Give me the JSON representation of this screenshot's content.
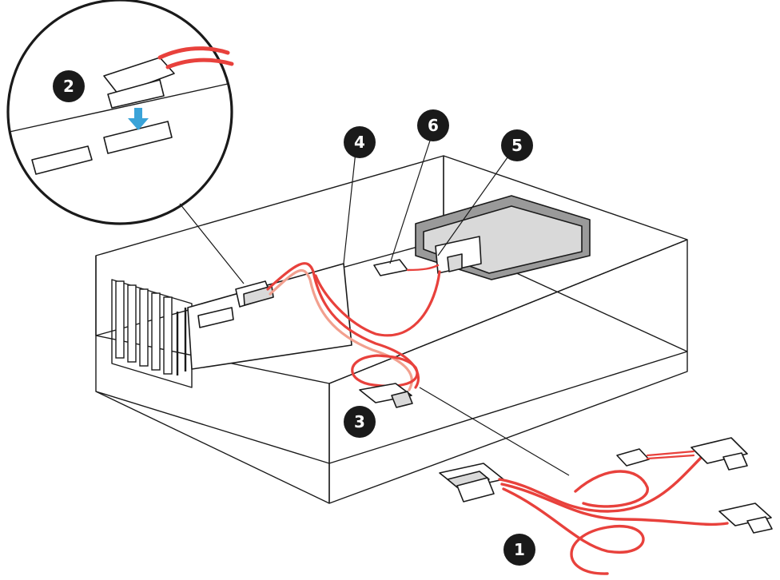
{
  "colors": {
    "cable": "#e8413c",
    "cable_light": "#f2a08f",
    "arrow": "#3aa3d8",
    "ink": "#1a1a1a"
  },
  "callouts": [
    {
      "id": "callout-1",
      "label": "1"
    },
    {
      "id": "callout-2",
      "label": "2"
    },
    {
      "id": "callout-3",
      "label": "3"
    },
    {
      "id": "callout-4",
      "label": "4"
    },
    {
      "id": "callout-5",
      "label": "5"
    },
    {
      "id": "callout-6",
      "label": "6"
    }
  ]
}
